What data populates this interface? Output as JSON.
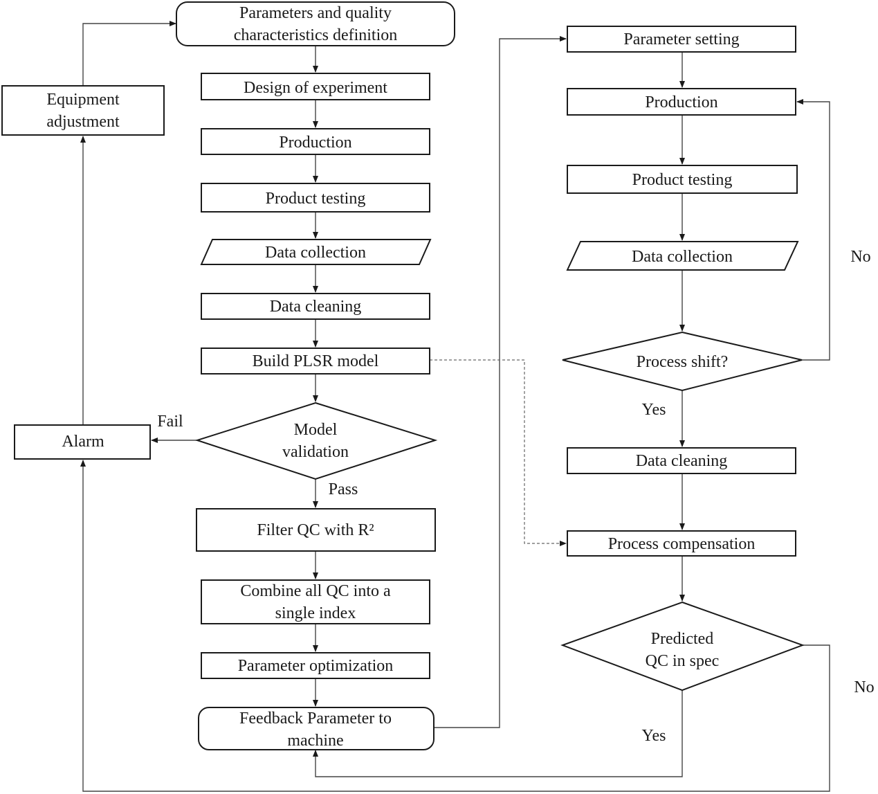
{
  "nodes": {
    "n_params_def": {
      "lines": [
        "Parameters and quality",
        "characteristics definition"
      ]
    },
    "n_doe": {
      "lines": [
        "Design of experiment"
      ]
    },
    "n_prod_l": {
      "lines": [
        "Production"
      ]
    },
    "n_test_l": {
      "lines": [
        "Product testing"
      ]
    },
    "n_collect_l": {
      "lines": [
        "Data collection"
      ]
    },
    "n_clean_l": {
      "lines": [
        "Data cleaning"
      ]
    },
    "n_plsr": {
      "lines": [
        "Build PLSR model"
      ]
    },
    "n_valid": {
      "lines": [
        "Model",
        "validation"
      ]
    },
    "n_filter": {
      "lines": [
        "Filter QC with R²"
      ]
    },
    "n_combine": {
      "lines": [
        "Combine all QC into a",
        "single index"
      ]
    },
    "n_opt": {
      "lines": [
        "Parameter optimization"
      ]
    },
    "n_feedback": {
      "lines": [
        "Feedback Parameter to",
        "machine"
      ]
    },
    "n_equip": {
      "lines": [
        "Equipment",
        "adjustment"
      ]
    },
    "n_alarm": {
      "lines": [
        "Alarm"
      ]
    },
    "n_param_set": {
      "lines": [
        "Parameter setting"
      ]
    },
    "n_prod_r": {
      "lines": [
        "Production"
      ]
    },
    "n_test_r": {
      "lines": [
        "Product testing"
      ]
    },
    "n_collect_r": {
      "lines": [
        "Data collection"
      ]
    },
    "n_shift": {
      "lines": [
        "Process shift?"
      ]
    },
    "n_clean_r": {
      "lines": [
        "Data cleaning"
      ]
    },
    "n_comp": {
      "lines": [
        "Process compensation"
      ]
    },
    "n_spec": {
      "lines": [
        "Predicted",
        "QC in spec"
      ]
    }
  },
  "edge_labels": {
    "fail": "Fail",
    "pass": "Pass",
    "no_shift": "No",
    "yes_shift": "Yes",
    "no_spec": "No",
    "yes_spec": "Yes"
  }
}
